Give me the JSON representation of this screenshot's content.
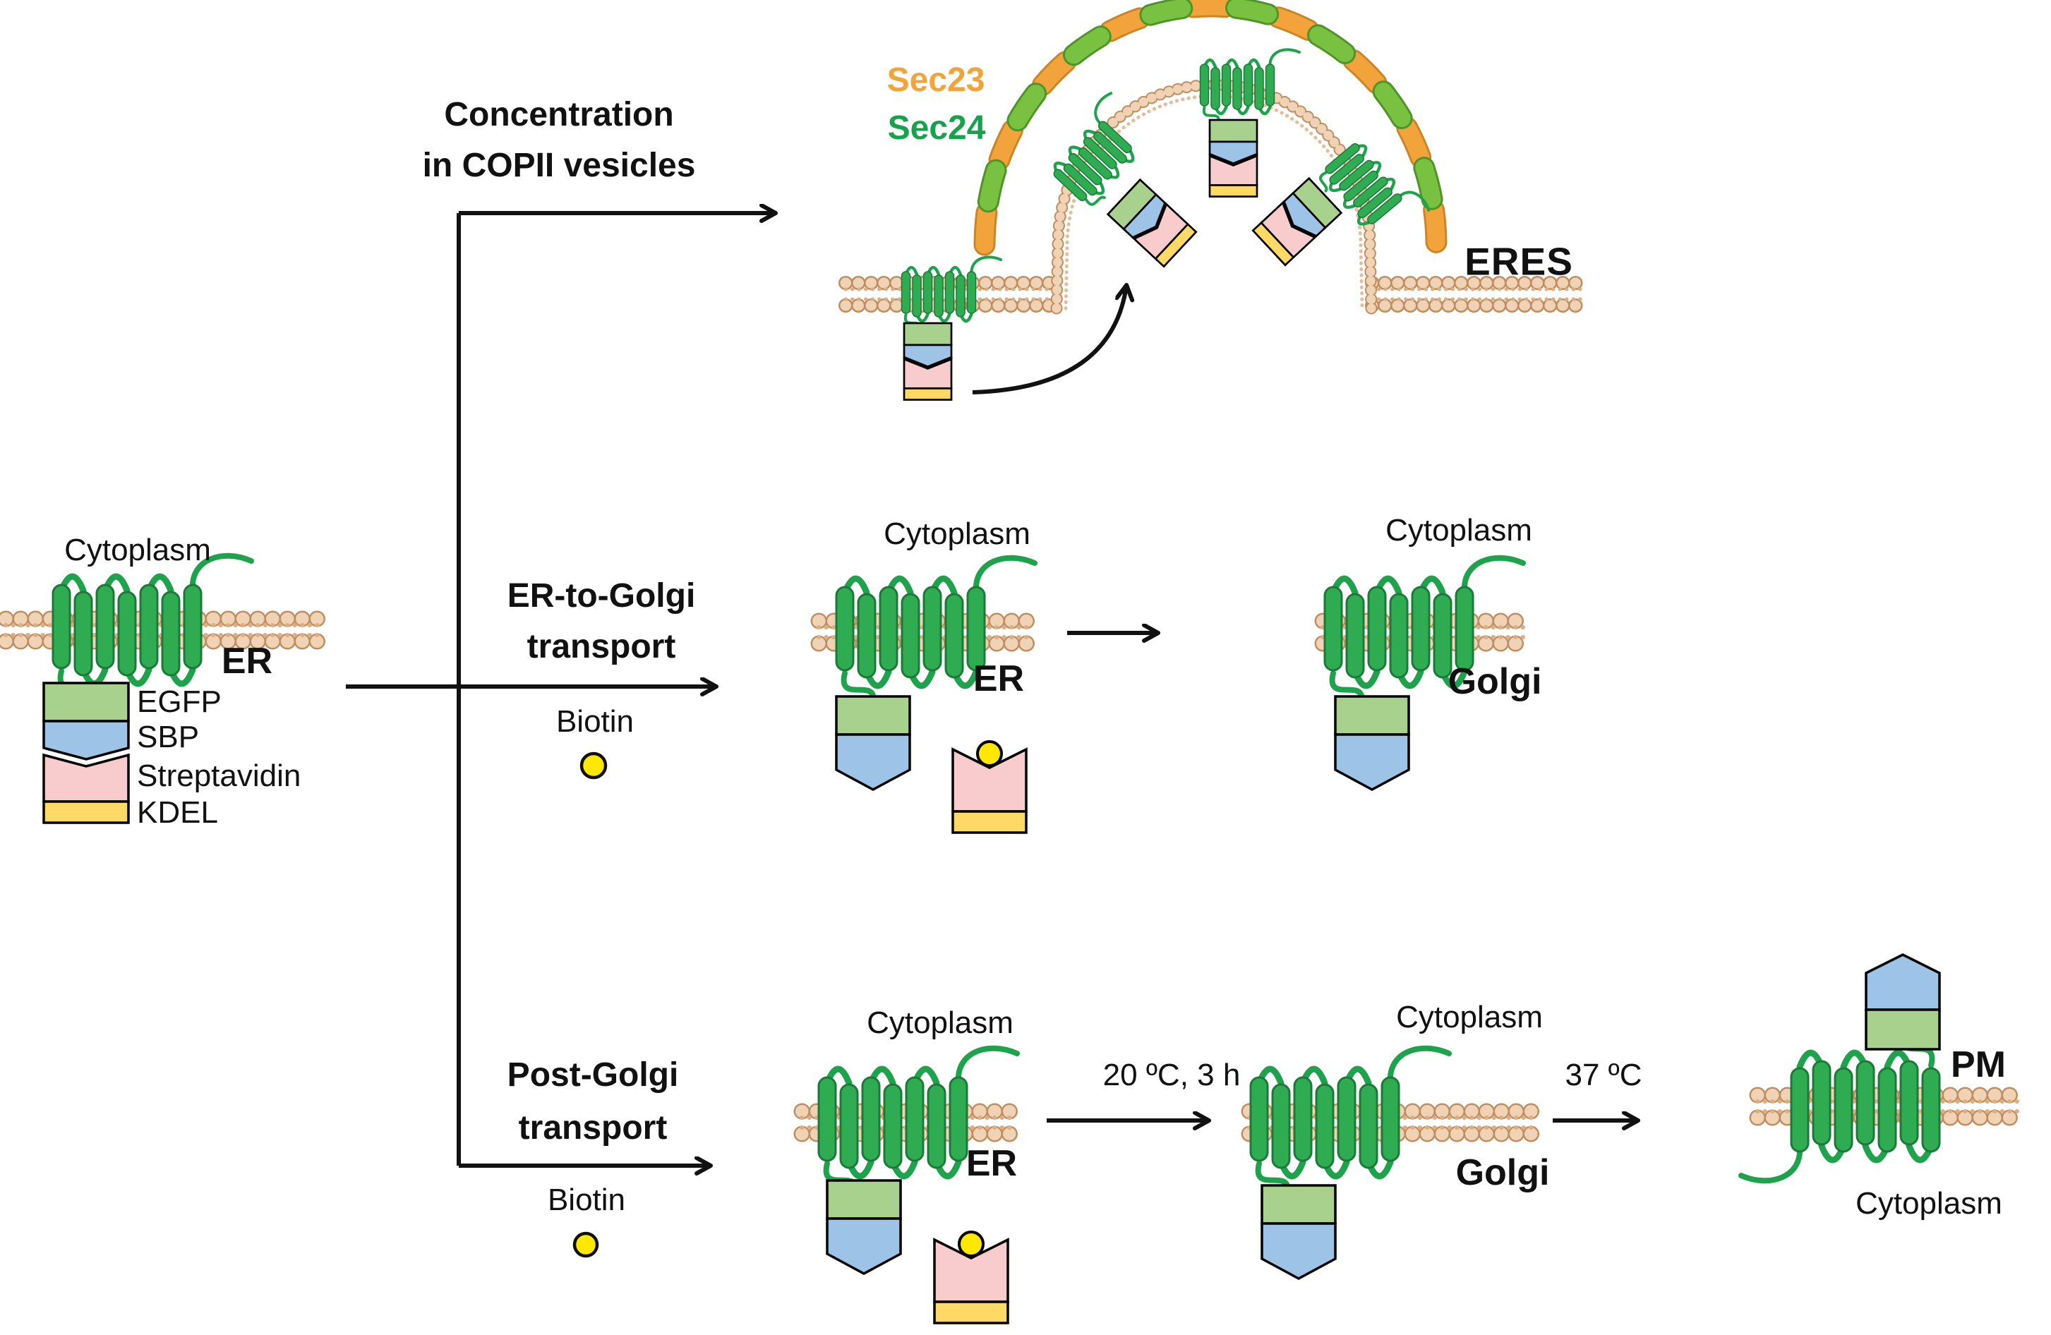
{
  "figure": {
    "background_color": "#FFFFFF",
    "legend": {
      "sec23": {
        "label": "Sec23",
        "color": "#F0A43A"
      },
      "sec24": {
        "label": "Sec24",
        "color": "#17A24E"
      }
    },
    "pathways": {
      "copii": {
        "line1": "Concentration",
        "line2": "in COPII vesicles"
      },
      "er_to_golgi": {
        "line1": "ER-to-Golgi",
        "line2": "transport",
        "reagent": "Biotin"
      },
      "post_golgi": {
        "line1": "Post-Golgi",
        "line2": "transport",
        "reagent": "Biotin",
        "step1_condition": "20 ºC, 3 h",
        "step2_condition": "37 ºC"
      }
    },
    "compartments": {
      "cytoplasm": "Cytoplasm",
      "er": "ER",
      "golgi": "Golgi",
      "pm": "PM",
      "eres": "ERES"
    },
    "construct_domains": [
      {
        "name": "EGFP",
        "color": "#A9D18E"
      },
      {
        "name": "SBP",
        "color": "#9DC3E6"
      },
      {
        "name": "Streptavidin",
        "color": "#F8CBCC"
      },
      {
        "name": "KDEL",
        "color": "#FFD966"
      }
    ],
    "markers": {
      "biotin_color": "#FFE800",
      "membrane_head_color": "#F0D2B4",
      "membrane_outline_color": "#BE8E62",
      "helix_color": "#2FAB52",
      "coat_orange": "#F2A33C",
      "coat_green": "#79C241"
    }
  }
}
